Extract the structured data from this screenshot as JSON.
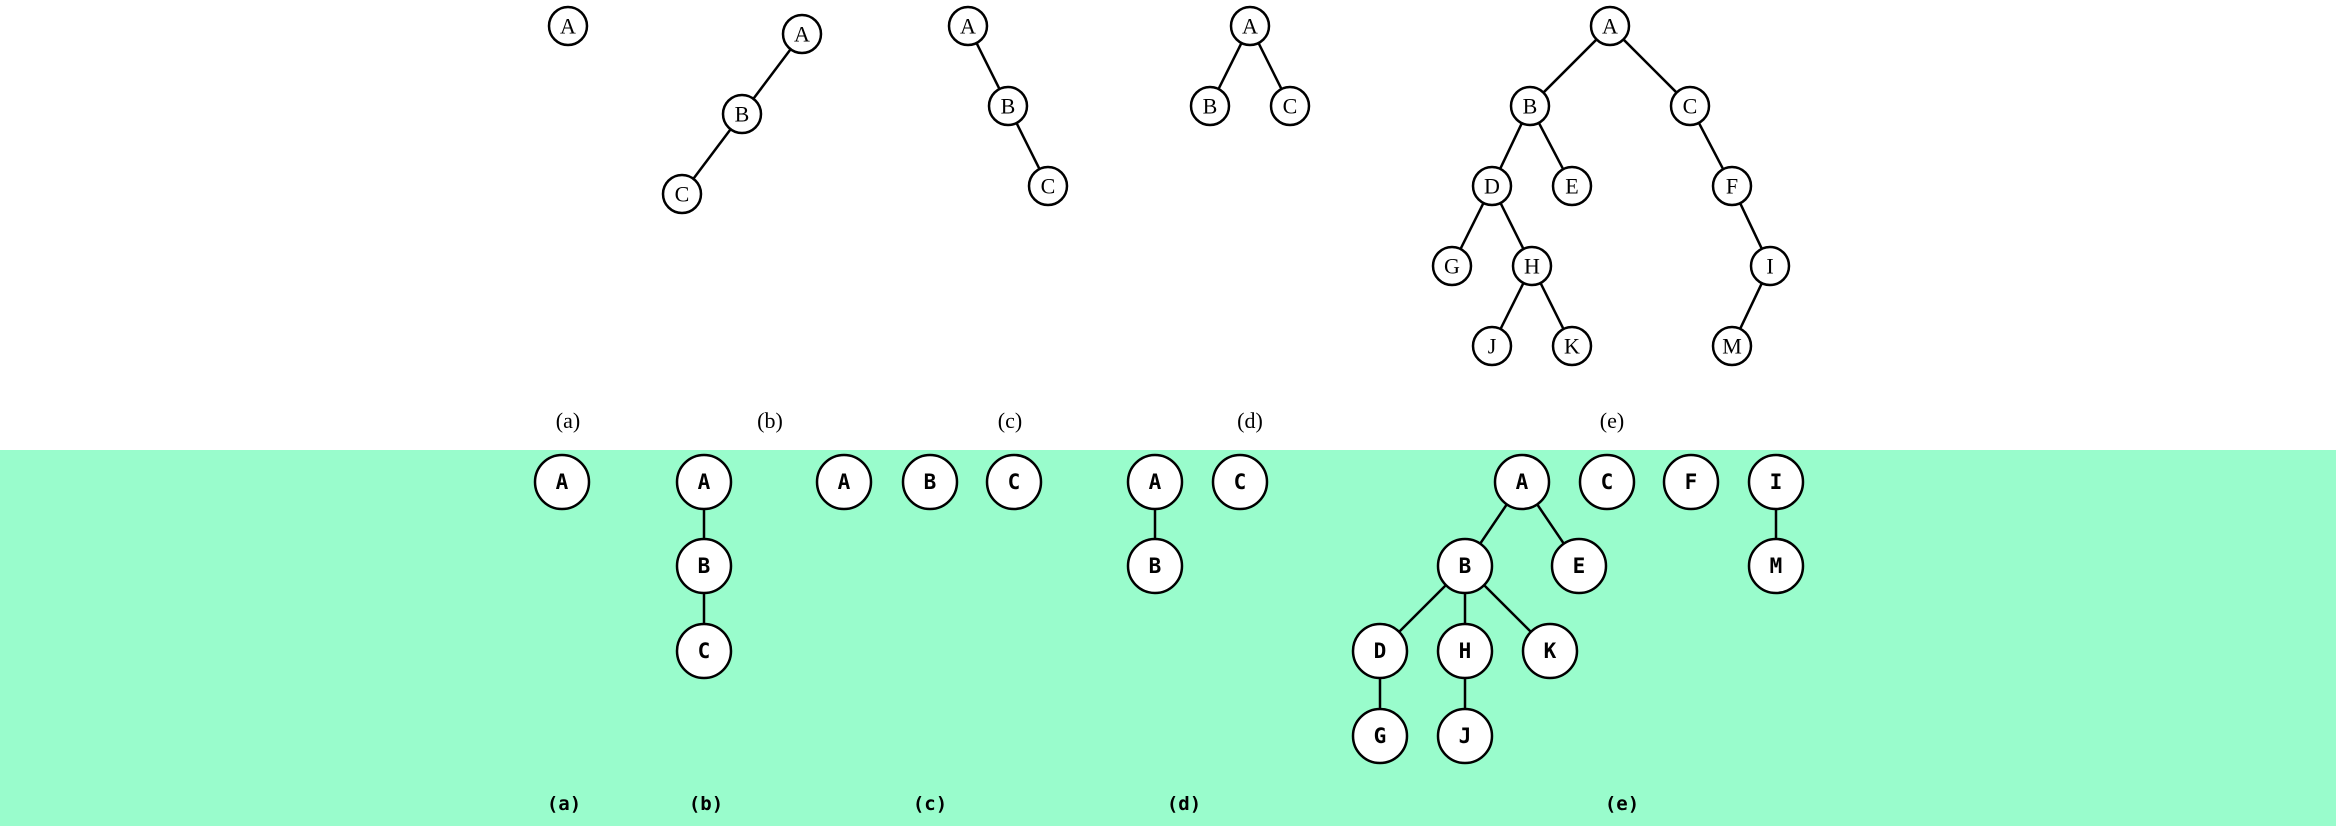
{
  "colors": {
    "forest_band": "#99fccc",
    "stroke": "#000000",
    "node_fill": "#ffffff"
  },
  "trees": [
    {
      "label": "(a)",
      "nodes": [
        {
          "id": "A",
          "label": "A"
        }
      ],
      "edges": []
    },
    {
      "label": "(b)",
      "nodes": [
        {
          "id": "A",
          "label": "A"
        },
        {
          "id": "B",
          "label": "B"
        },
        {
          "id": "C",
          "label": "C"
        }
      ],
      "edges": [
        [
          "A",
          "B"
        ],
        [
          "B",
          "C"
        ]
      ]
    },
    {
      "label": "(c)",
      "nodes": [
        {
          "id": "A",
          "label": "A"
        },
        {
          "id": "B",
          "label": "B"
        },
        {
          "id": "C",
          "label": "C"
        }
      ],
      "edges": [
        [
          "A",
          "B"
        ],
        [
          "B",
          "C"
        ]
      ]
    },
    {
      "label": "(d)",
      "nodes": [
        {
          "id": "A",
          "label": "A"
        },
        {
          "id": "B",
          "label": "B"
        },
        {
          "id": "C",
          "label": "C"
        }
      ],
      "edges": [
        [
          "A",
          "B"
        ],
        [
          "A",
          "C"
        ]
      ]
    },
    {
      "label": "(e)",
      "nodes": [
        {
          "id": "A",
          "label": "A"
        },
        {
          "id": "B",
          "label": "B"
        },
        {
          "id": "C",
          "label": "C"
        },
        {
          "id": "D",
          "label": "D"
        },
        {
          "id": "E",
          "label": "E"
        },
        {
          "id": "F",
          "label": "F"
        },
        {
          "id": "G",
          "label": "G"
        },
        {
          "id": "H",
          "label": "H"
        },
        {
          "id": "I",
          "label": "I"
        },
        {
          "id": "J",
          "label": "J"
        },
        {
          "id": "K",
          "label": "K"
        },
        {
          "id": "M",
          "label": "M"
        }
      ],
      "edges": [
        [
          "A",
          "B"
        ],
        [
          "A",
          "C"
        ],
        [
          "B",
          "D"
        ],
        [
          "B",
          "E"
        ],
        [
          "C",
          "F"
        ],
        [
          "D",
          "G"
        ],
        [
          "D",
          "H"
        ],
        [
          "F",
          "I"
        ],
        [
          "H",
          "J"
        ],
        [
          "H",
          "K"
        ],
        [
          "I",
          "M"
        ]
      ]
    }
  ],
  "forests": [
    {
      "label": "(a)",
      "nodes": [
        {
          "id": "A",
          "label": "A"
        }
      ],
      "edges": []
    },
    {
      "label": "(b)",
      "nodes": [
        {
          "id": "A",
          "label": "A"
        },
        {
          "id": "B",
          "label": "B"
        },
        {
          "id": "C",
          "label": "C"
        }
      ],
      "edges": [
        [
          "A",
          "B"
        ],
        [
          "B",
          "C"
        ]
      ]
    },
    {
      "label": "(c)",
      "nodes": [
        {
          "id": "A",
          "label": "A"
        },
        {
          "id": "B",
          "label": "B"
        },
        {
          "id": "C",
          "label": "C"
        }
      ],
      "edges": []
    },
    {
      "label": "(d)",
      "nodes": [
        {
          "id": "A",
          "label": "A"
        },
        {
          "id": "B",
          "label": "B"
        },
        {
          "id": "C",
          "label": "C"
        }
      ],
      "edges": [
        [
          "A",
          "B"
        ]
      ]
    },
    {
      "label": "(e)",
      "nodes": [
        {
          "id": "A",
          "label": "A"
        },
        {
          "id": "C",
          "label": "C"
        },
        {
          "id": "F",
          "label": "F"
        },
        {
          "id": "I",
          "label": "I"
        },
        {
          "id": "B",
          "label": "B"
        },
        {
          "id": "E",
          "label": "E"
        },
        {
          "id": "M",
          "label": "M"
        },
        {
          "id": "D",
          "label": "D"
        },
        {
          "id": "H",
          "label": "H"
        },
        {
          "id": "K",
          "label": "K"
        },
        {
          "id": "G",
          "label": "G"
        },
        {
          "id": "J",
          "label": "J"
        }
      ],
      "edges": [
        [
          "A",
          "B"
        ],
        [
          "A",
          "E"
        ],
        [
          "I",
          "M"
        ],
        [
          "B",
          "D"
        ],
        [
          "B",
          "H"
        ],
        [
          "B",
          "K"
        ],
        [
          "D",
          "G"
        ],
        [
          "H",
          "J"
        ]
      ]
    }
  ]
}
